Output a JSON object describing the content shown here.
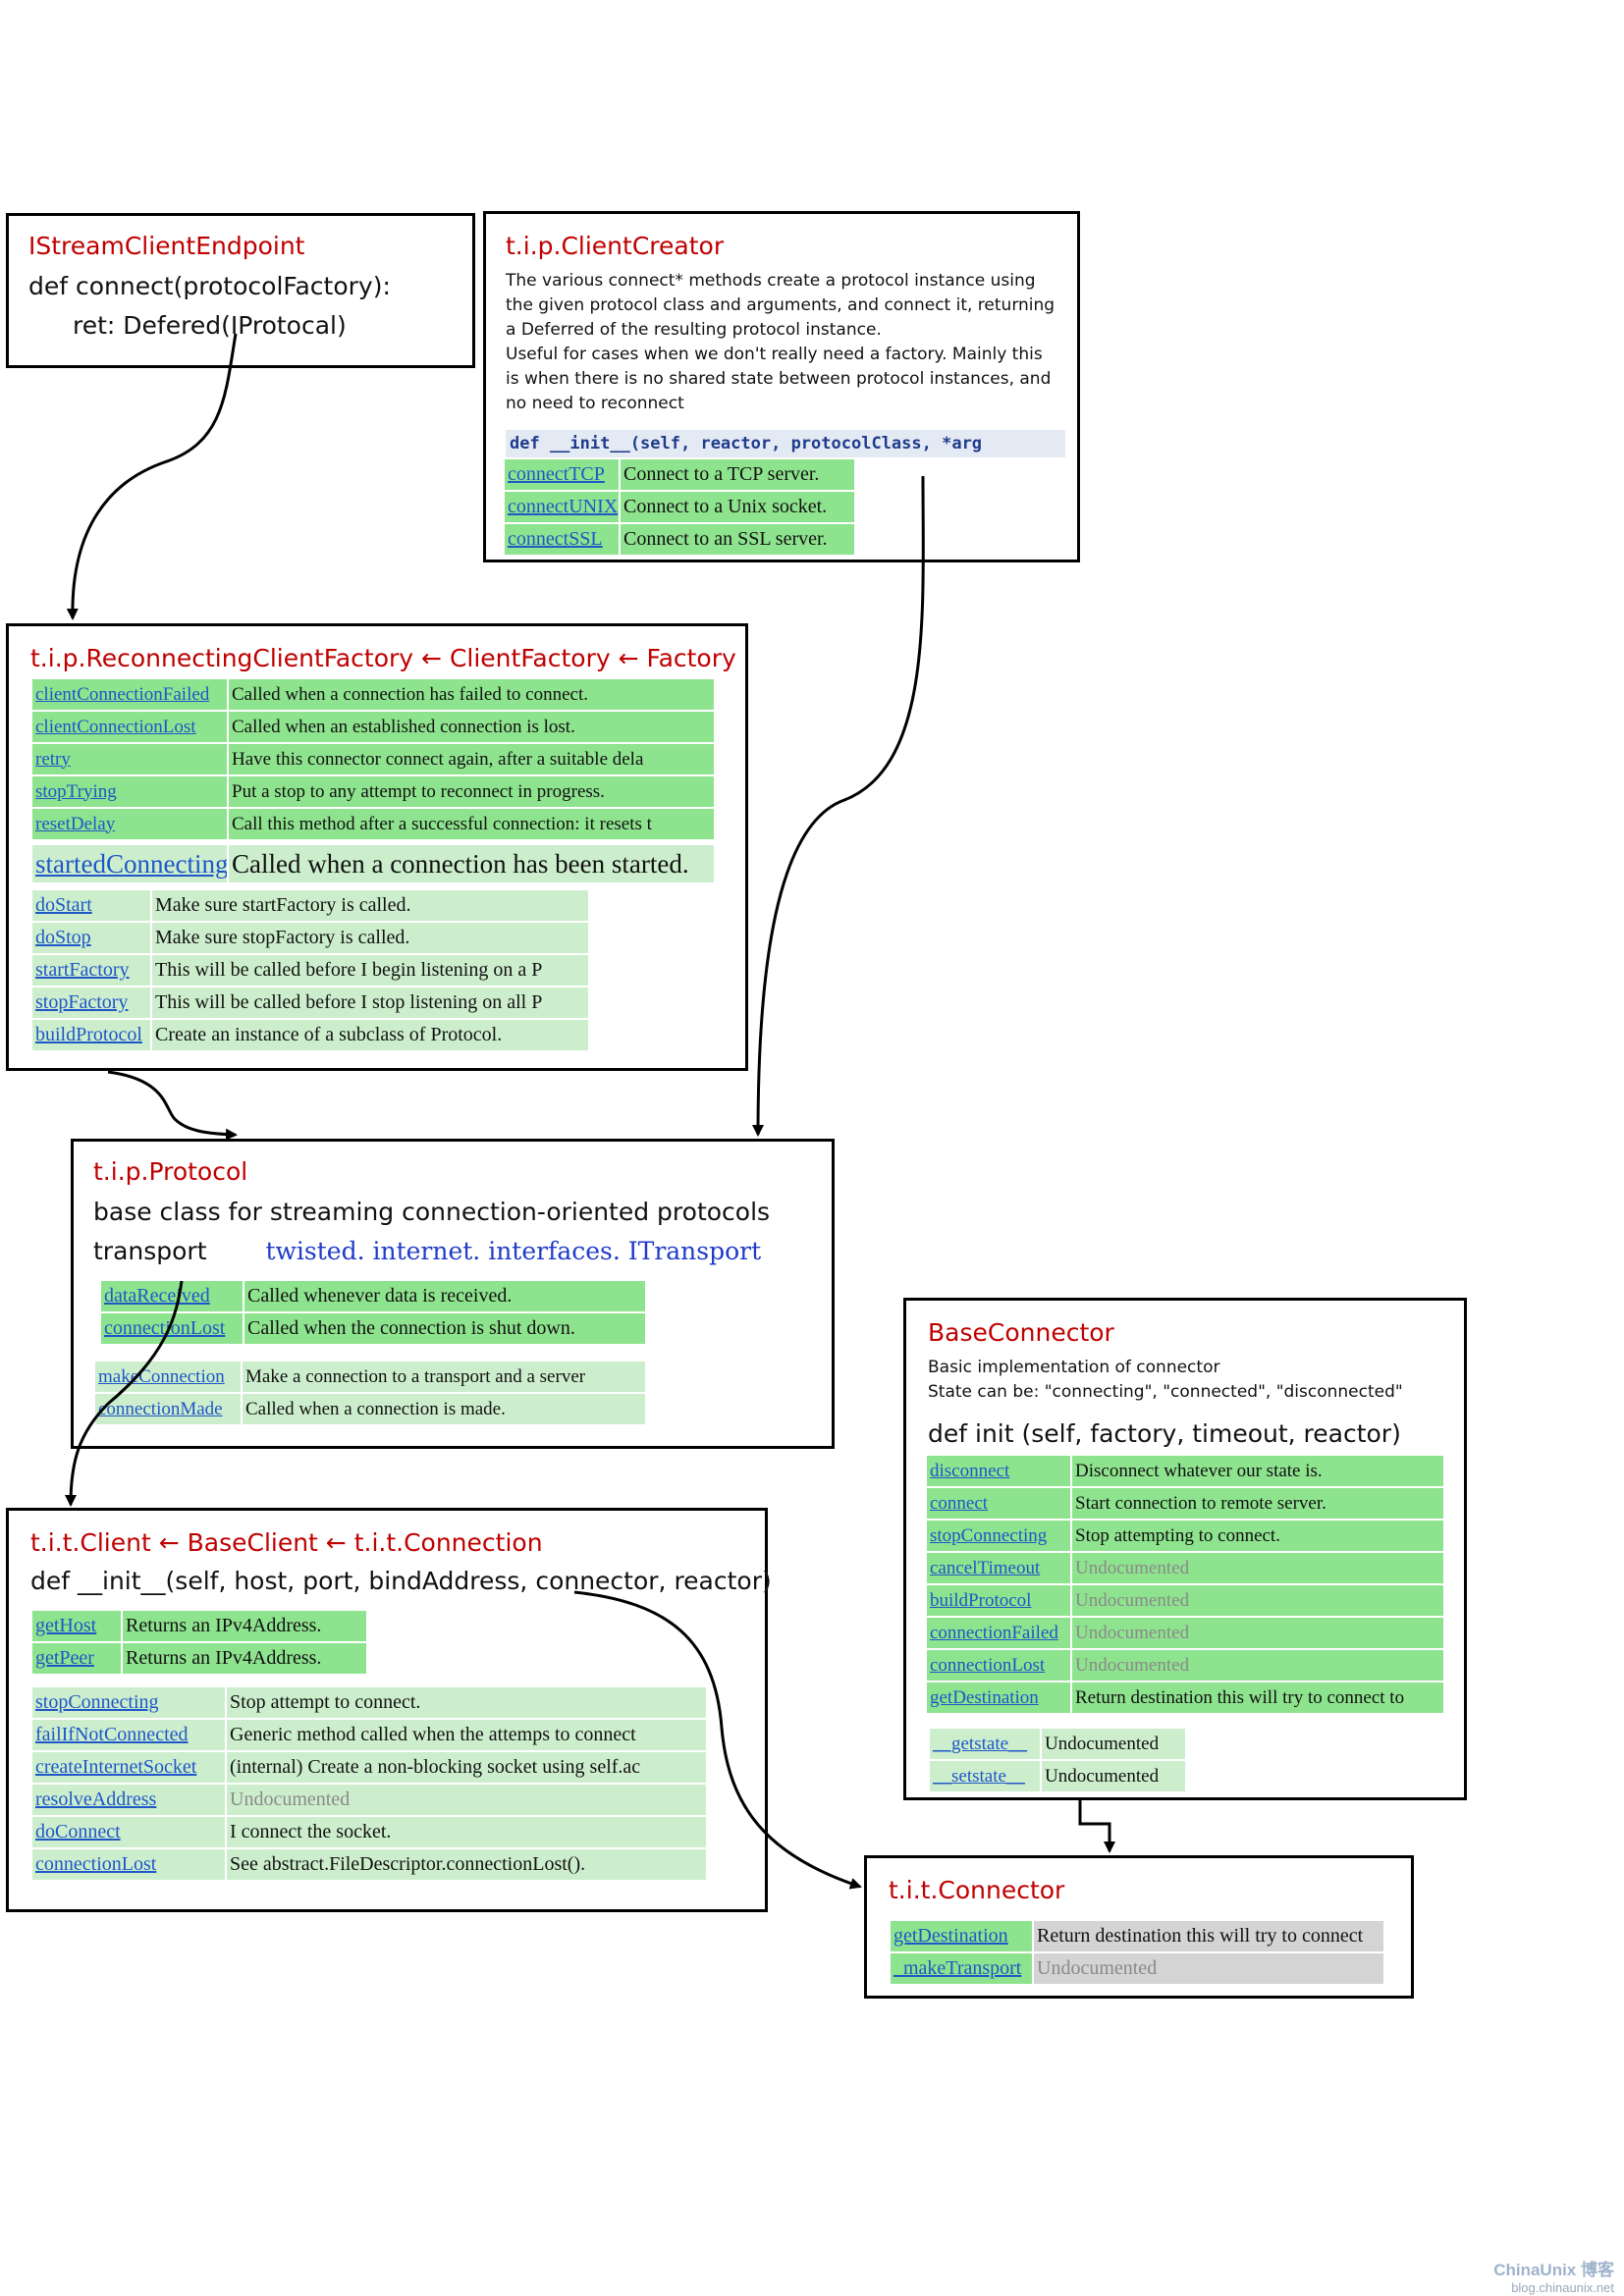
{
  "endpoint": {
    "title": "IStreamClientEndpoint",
    "sig": "def connect(protocolFactory):",
    "ret": "ret: Defered(IProtocal)"
  },
  "creator": {
    "title": "t.i.p.ClientCreator",
    "desc": [
      "The various connect* methods create a protocol instance using",
      "the given protocol class and arguments, and connect it, returning",
      "a Deferred of the resulting protocol instance.",
      "Useful for cases when we don't really need a factory. Mainly this",
      "is when there is no shared state between protocol instances, and",
      "no need to reconnect"
    ],
    "code": "def __init__(self, reactor, protocolClass, *arg",
    "rows": [
      {
        "name": "connectTCP",
        "desc": "Connect to a TCP server."
      },
      {
        "name": "connectUNIX",
        "desc": "Connect to a Unix socket."
      },
      {
        "name": "connectSSL",
        "desc": "Connect to an SSL server."
      }
    ]
  },
  "rcf": {
    "title": "t.i.p.ReconnectingClientFactory ← ClientFactory ← Factory",
    "rows1": [
      {
        "name": "clientConnectionFailed",
        "desc": "Called when a connection has failed to connect."
      },
      {
        "name": "clientConnectionLost",
        "desc": "Called when an established connection is lost."
      },
      {
        "name": "retry",
        "desc": "Have this connector connect again, after a suitable dela"
      },
      {
        "name": "stopTrying",
        "desc": "Put a stop to any attempt to reconnect in progress."
      },
      {
        "name": "resetDelay",
        "desc": "Call this method after a successful connection: it resets t"
      }
    ],
    "big": {
      "name": "startedConnecting",
      "desc": "Called when a connection has been started."
    },
    "rows2": [
      {
        "name": "doStart",
        "desc": "Make sure startFactory is called."
      },
      {
        "name": "doStop",
        "desc": "Make sure stopFactory is called."
      },
      {
        "name": "startFactory",
        "desc": "This will be called before I begin listening on a P"
      },
      {
        "name": "stopFactory",
        "desc": "This will be called before I stop listening on all P"
      },
      {
        "name": "buildProtocol",
        "desc": "Create an instance of a subclass of Protocol."
      }
    ]
  },
  "protocol": {
    "title": "t.i.p.Protocol",
    "desc": "base class for streaming connection-oriented protocols",
    "transport_label": "transport",
    "transport_type": "twisted. internet. interfaces. ITransport",
    "rows1": [
      {
        "name": "dataReceived",
        "desc": "Called whenever data is received."
      },
      {
        "name": "connectionLost",
        "desc": "Called when the connection is shut down."
      }
    ],
    "rows2": [
      {
        "name": "makeConnection",
        "desc": "Make a connection to a transport and a server"
      },
      {
        "name": "connectionMade",
        "desc": "Called when a connection is made."
      }
    ]
  },
  "baseconnector": {
    "title": "BaseConnector",
    "desc1": "Basic implementation of connector",
    "desc2": "State can be: \"connecting\", \"connected\", \"disconnected\"",
    "sig": "def init (self, factory, timeout, reactor)",
    "rows1": [
      {
        "name": "disconnect",
        "desc": "Disconnect whatever our state is.",
        "undoc": false
      },
      {
        "name": "connect",
        "desc": "Start connection to remote server.",
        "undoc": false
      },
      {
        "name": "stopConnecting",
        "desc": "Stop attempting to connect.",
        "undoc": false
      },
      {
        "name": "cancelTimeout",
        "desc": "Undocumented",
        "undoc": true
      },
      {
        "name": "buildProtocol",
        "desc": "Undocumented",
        "undoc": true
      },
      {
        "name": "connectionFailed",
        "desc": "Undocumented",
        "undoc": true
      },
      {
        "name": "connectionLost",
        "desc": "Undocumented",
        "undoc": true
      },
      {
        "name": "getDestination",
        "desc": "Return destination this will try to connect to",
        "undoc": false
      }
    ],
    "rows2": [
      {
        "name": "__getstate__",
        "desc": "Undocumented"
      },
      {
        "name": "__setstate__",
        "desc": "Undocumented"
      }
    ]
  },
  "client": {
    "title": "t.i.t.Client ← BaseClient ← t.i.t.Connection",
    "sig": "def __init__(self, host, port, bindAddress, connector, reactor)",
    "rows1": [
      {
        "name": "getHost",
        "desc": "Returns an IPv4Address."
      },
      {
        "name": "getPeer",
        "desc": "Returns an IPv4Address."
      }
    ],
    "rows2": [
      {
        "name": "stopConnecting",
        "desc": "Stop attempt to connect.",
        "undoc": false
      },
      {
        "name": "failIfNotConnected",
        "desc": "Generic method called when the attemps to connect",
        "undoc": false
      },
      {
        "name": "createInternetSocket",
        "desc": "(internal) Create a non-blocking socket using self.ac",
        "undoc": false
      },
      {
        "name": "resolveAddress",
        "desc": "Undocumented",
        "undoc": true
      },
      {
        "name": "doConnect",
        "desc": "I connect the socket.",
        "undoc": false
      },
      {
        "name": "connectionLost",
        "desc": "See abstract.FileDescriptor.connectionLost().",
        "undoc": false
      }
    ]
  },
  "connector": {
    "title": "t.i.t.Connector",
    "rows": [
      {
        "name": "getDestination",
        "desc": "Return destination this will try to connect",
        "undoc": false
      },
      {
        "name": "_makeTransport",
        "desc": "Undocumented",
        "undoc": true
      }
    ]
  },
  "watermark": {
    "logo": "ChinaUnix 博客",
    "url": "blog.chinaunix.net"
  }
}
